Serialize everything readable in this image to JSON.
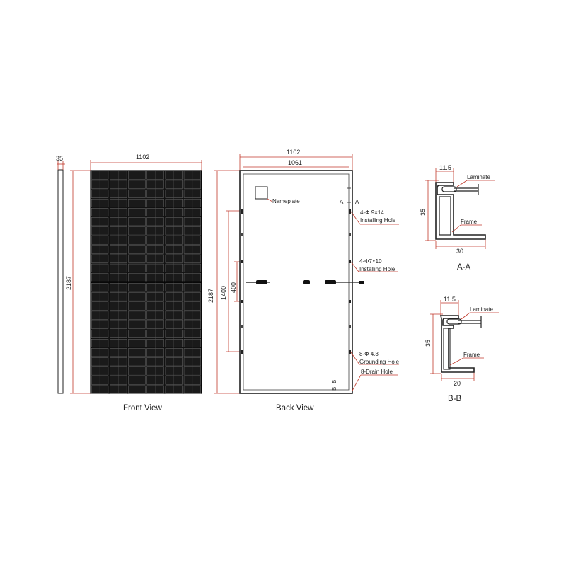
{
  "side_view": {
    "thickness": "35",
    "length": "2187"
  },
  "front_view": {
    "title": "Front View",
    "width": "1102",
    "height": "2187"
  },
  "back_view": {
    "title": "Back View",
    "width_outer": "1102",
    "width_inner": "1061",
    "height": "2187",
    "hole_span": "1400",
    "hole_span_small": "400",
    "nameplate": "Nameplate",
    "section_mark_a": "A",
    "section_mark_a2": "A",
    "section_mark_b": "B",
    "section_mark_b2": "B",
    "callouts": [
      {
        "line1": "4-Φ 9×14",
        "line2": "Installing Hole"
      },
      {
        "line1": "4-Φ7×10",
        "line2": "Installing Hole"
      },
      {
        "line1": "8-Φ 4.3",
        "line2": "Grounding Hole"
      },
      {
        "line1": "8-Drain Hole",
        "line2": ""
      }
    ]
  },
  "section_aa": {
    "title": "A-A",
    "top": "11.5",
    "height": "35",
    "width": "30",
    "laminate": "Laminate",
    "frame": "Frame"
  },
  "section_bb": {
    "title": "B-B",
    "top": "11.5",
    "height": "35",
    "width": "20",
    "laminate": "Laminate",
    "frame": "Frame"
  },
  "colors": {
    "dimension": "#c0392b",
    "line": "#222222",
    "panel": "#111111"
  }
}
